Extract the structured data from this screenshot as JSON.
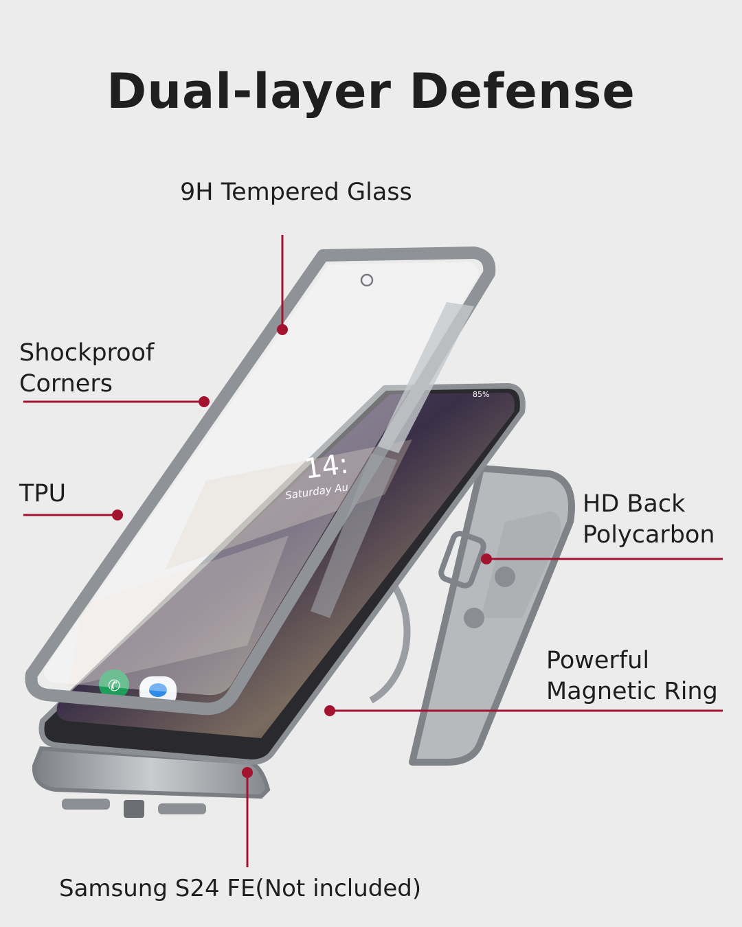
{
  "title": "Dual-layer Defense",
  "labels": {
    "glass": "9H Tempered Glass",
    "shockproof_line1": "Shockproof",
    "shockproof_line2": "Corners",
    "tpu": "TPU",
    "hd_line1": "HD Back",
    "hd_line2": "Polycarbon",
    "ring_line1": "Powerful",
    "ring_line2": "Magnetic Ring",
    "samsung": "Samsung S24 FE(Not included)"
  },
  "phone_screen": {
    "time": "14:",
    "date": "Saturday Au",
    "battery": "85%"
  },
  "colors": {
    "background": "#ececec",
    "callout": "#a3122f",
    "frame": "#8e9296",
    "text": "#1e1e1e"
  }
}
